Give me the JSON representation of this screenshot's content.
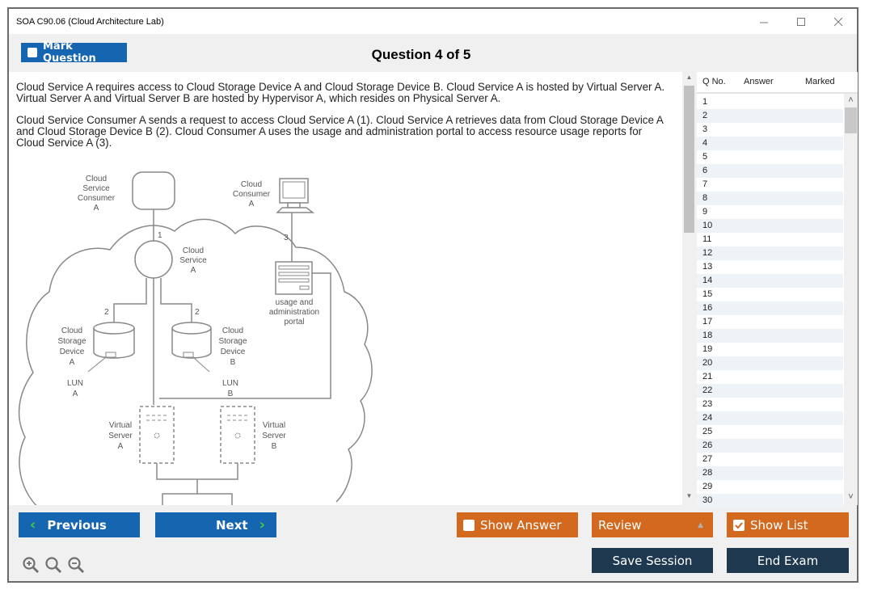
{
  "window": {
    "title": "SOA C90.06 (Cloud Architecture Lab)",
    "controls": [
      "minimize",
      "maximize",
      "close"
    ]
  },
  "toolbar": {
    "mark_question_label": "Mark Question",
    "mark_question_checked": false,
    "question_title": "Question 4 of 5"
  },
  "question": {
    "paragraphs": [
      "Cloud Service A requires access to Cloud Storage Device A and Cloud Storage Device B. Cloud Service A is hosted by Virtual Server A. Virtual Server A and Virtual Server B are hosted by Hypervisor A, which resides on Physical Server A.",
      "Cloud Service Consumer A sends a request to access Cloud Service A (1). Cloud Service A retrieves data from Cloud Storage Device A and Cloud Storage Device B (2). Cloud Consumer A uses the usage and administration portal to access resource usage reports for Cloud Service A (3)."
    ],
    "diagram": {
      "labels": {
        "csc": [
          "Cloud",
          "Service",
          "Consumer",
          "A"
        ],
        "cc": [
          "Cloud",
          "Consumer",
          "A"
        ],
        "cs": [
          "Cloud",
          "Service",
          "A"
        ],
        "portal": [
          "usage and",
          "administration",
          "portal"
        ],
        "csd_a": [
          "Cloud",
          "Storage",
          "Device",
          "A"
        ],
        "csd_b": [
          "Cloud",
          "Storage",
          "Device",
          "B"
        ],
        "lun_a": [
          "LUN",
          "A"
        ],
        "lun_b": [
          "LUN",
          "B"
        ],
        "vs_a": [
          "Virtual",
          "Server",
          "A"
        ],
        "vs_b": [
          "Virtual",
          "Server",
          "B"
        ],
        "step1": "1",
        "step2a": "2",
        "step2b": "2",
        "step3": "3"
      }
    }
  },
  "question_list": {
    "headers": [
      "Q No.",
      "Answer",
      "Marked"
    ],
    "rows": [
      "1",
      "2",
      "3",
      "4",
      "5",
      "6",
      "7",
      "8",
      "9",
      "10",
      "11",
      "12",
      "13",
      "14",
      "15",
      "16",
      "17",
      "18",
      "19",
      "20",
      "21",
      "22",
      "23",
      "24",
      "25",
      "26",
      "27",
      "28",
      "29",
      "30"
    ]
  },
  "footer": {
    "previous_label": "Previous",
    "next_label": "Next",
    "show_answer_label": "Show Answer",
    "show_answer_checked": false,
    "review_label": "Review",
    "show_list_label": "Show List",
    "show_list_checked": true,
    "save_session_label": "Save Session",
    "end_exam_label": "End Exam",
    "zoom_icons": [
      "zoom-in-icon",
      "zoom-reset-icon",
      "zoom-out-icon"
    ]
  },
  "colors": {
    "primary_blue": "#1565b0",
    "orange": "#d2691e",
    "navy": "#1e384f",
    "chevron_green": "#3cd03c"
  }
}
